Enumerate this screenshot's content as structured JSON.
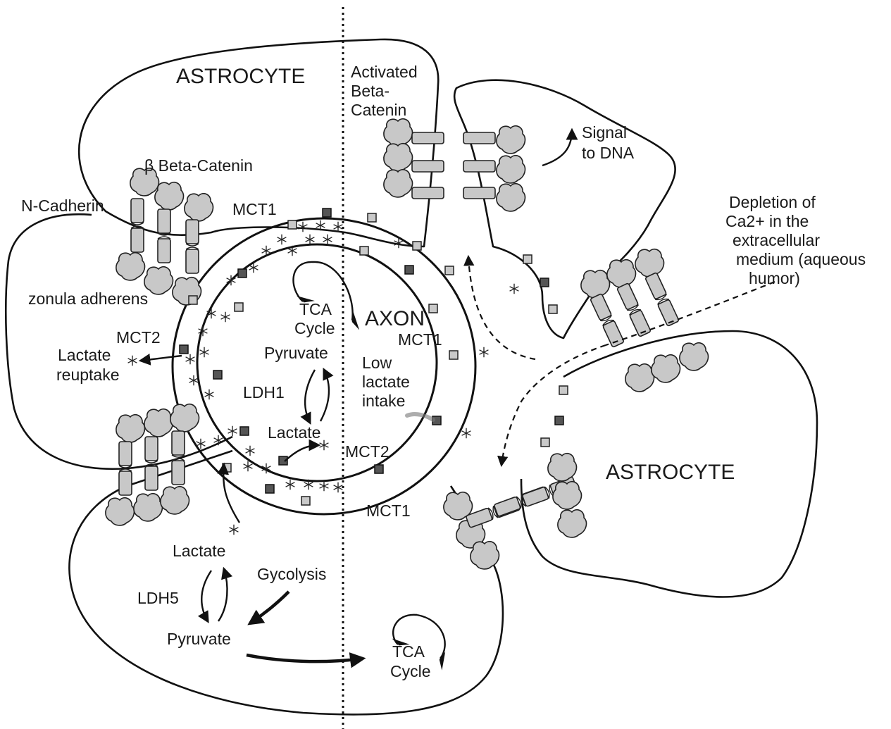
{
  "labels": {
    "astrocyte_top": "ASTROCYTE",
    "astrocyte_right": "ASTROCYTE",
    "activated_beta_catenin_1": "Activated",
    "activated_beta_catenin_2": "Beta-",
    "activated_beta_catenin_3": "Catenin",
    "signal_to_dna_1": "Signal",
    "signal_to_dna_2": "to DNA",
    "beta_catenin": "β Beta-Catenin",
    "n_cadherin": "N-Cadherin",
    "mct1_top": "MCT1",
    "mct1_right": "MCT1",
    "mct1_bottom": "MCT1",
    "mct2_left": "MCT2",
    "mct2_bottom": "MCT2",
    "depletion_1": "Depletion of",
    "depletion_2": "Ca2+ in the",
    "depletion_3": "extracellular",
    "depletion_4": "medium (aqueous",
    "depletion_5": "humor)",
    "zonula_adherens": "zonula adherens",
    "tca_axon_1": "TCA",
    "tca_axon_2": "Cycle",
    "axon": "AXON",
    "lactate_reuptake_1": "Lactate",
    "lactate_reuptake_2": "reuptake",
    "pyruvate_axon": "Pyruvate",
    "ldh1": "LDH1",
    "lactate_axon": "Lactate",
    "low_lactate_1": "Low",
    "low_lactate_2": "lactate",
    "low_lactate_3": "intake",
    "lactate_astro": "Lactate",
    "ldh5": "LDH5",
    "gycolysis": "Gycolysis",
    "pyruvate_astro": "Pyruvate",
    "tca_astro_1": "TCA",
    "tca_astro_2": "Cycle"
  }
}
